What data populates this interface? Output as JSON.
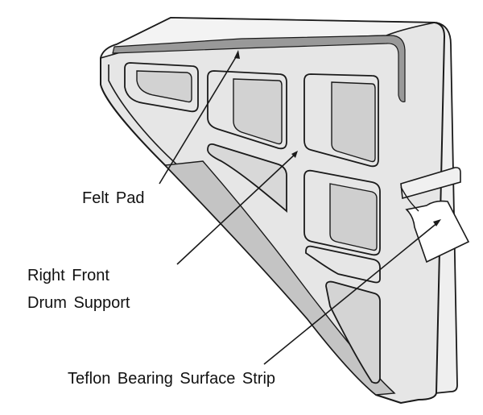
{
  "labels": {
    "felt_pad": "Felt Pad",
    "drum_support_line1": "Right Front",
    "drum_support_line2": "Drum Support",
    "teflon_strip": "Teflon Bearing Surface Strip"
  },
  "colors": {
    "part_fill": "#e6e6e6",
    "shadow_fill": "#c4c4c4",
    "felt_pad": "#999999",
    "outline": "#1a1a1a",
    "background": "#ffffff"
  }
}
